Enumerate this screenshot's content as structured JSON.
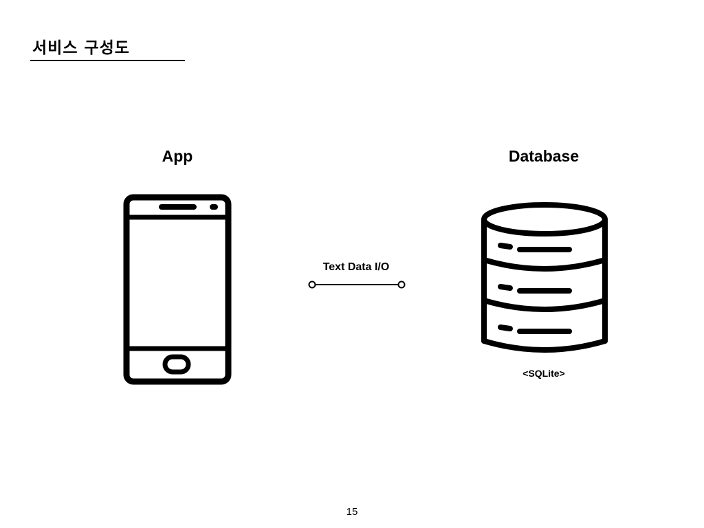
{
  "slide": {
    "title": "서비스 구성도",
    "page_number": "15"
  },
  "diagram": {
    "app": {
      "label": "App",
      "icon": "smartphone-icon"
    },
    "database": {
      "label": "Database",
      "icon": "database-icon",
      "caption": "<SQLite>"
    },
    "connection": {
      "label": "Text Data I/O",
      "icon": "connector-line-icon"
    }
  }
}
